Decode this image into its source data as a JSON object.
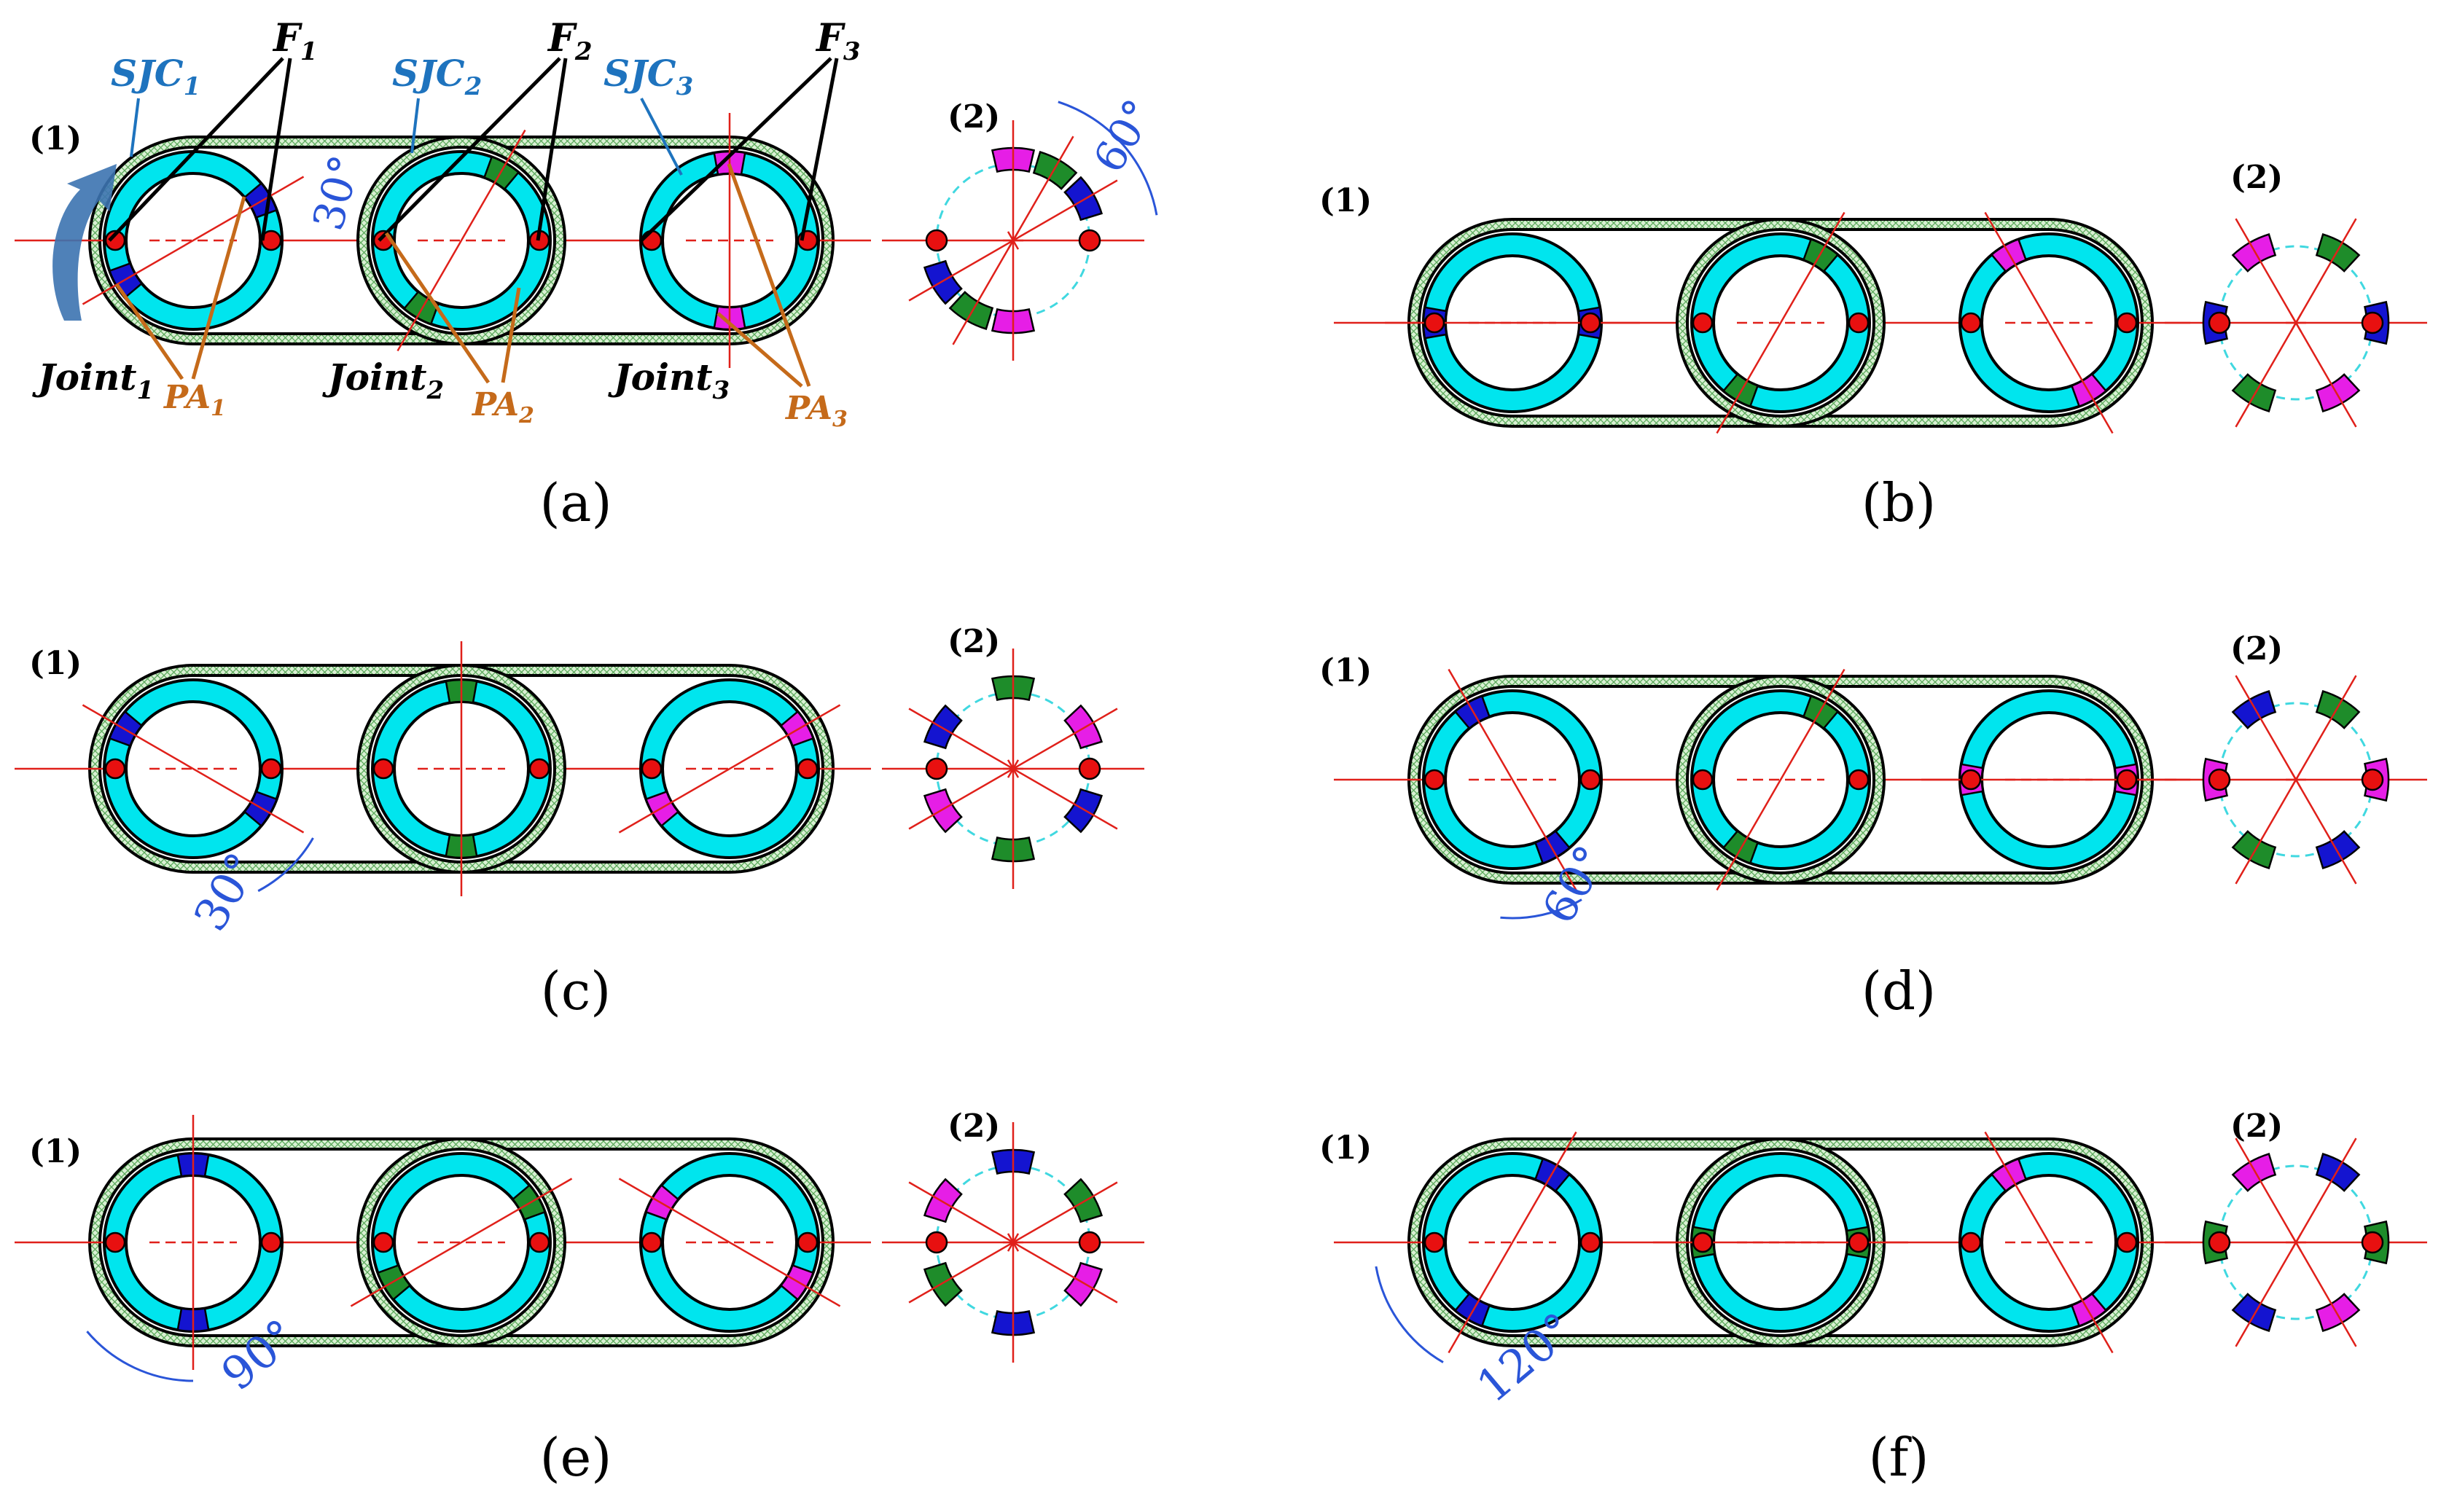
{
  "colors": {
    "housing_fill": "#d9f0d3",
    "housing_hatch": "#5aa85a",
    "ring": "#00e5ee",
    "axis": "#e0201a",
    "joint": "#e81010",
    "blue_pad": "#1414d0",
    "green_pad": "#1e8c2a",
    "magenta_pad": "#e61ee6",
    "dim_circle": "#40d8e0",
    "angle_text": "#2a55d8",
    "arrow": "#3c73b0",
    "label_blue": "#1e73be",
    "label_orange": "#c56a1a"
  },
  "panel_a_labels": {
    "view1": "(1)",
    "view2": "(2)",
    "sjc1": "SJC",
    "sjc1_sub": "1",
    "sjc2": "SJC",
    "sjc2_sub": "2",
    "sjc3": "SJC",
    "sjc3_sub": "3",
    "f1": "F",
    "f1_sub": "1",
    "f2": "F",
    "f2_sub": "2",
    "f3": "F",
    "f3_sub": "3",
    "joint1": "Joint",
    "joint1_sub": "1",
    "joint2": "Joint",
    "joint2_sub": "2",
    "joint3": "Joint",
    "joint3_sub": "3",
    "pa1": "PA",
    "pa1_sub": "1",
    "pa2": "PA",
    "pa2_sub": "2",
    "pa3": "PA",
    "pa3_sub": "3",
    "angle30": "30°",
    "angle60": "60°"
  },
  "panels": [
    {
      "id": "a",
      "caption": "(a)",
      "view1": "(1)",
      "view2": "(2)",
      "angle_label": "30°",
      "rings_deg": [
        30,
        60,
        90
      ],
      "pad_colors": [
        "blue_pad",
        "green_pad",
        "magenta_pad"
      ]
    },
    {
      "id": "b",
      "caption": "(b)",
      "view1": "(1)",
      "view2": "(2)",
      "angle_label": "",
      "rings_deg": [
        0,
        60,
        120
      ],
      "pad_colors": [
        "blue_pad",
        "green_pad",
        "magenta_pad"
      ]
    },
    {
      "id": "c",
      "caption": "(c)",
      "view1": "(1)",
      "view2": "(2)",
      "angle_label": "30°",
      "rings_deg": [
        150,
        90,
        30
      ],
      "pad_colors": [
        "blue_pad",
        "green_pad",
        "magenta_pad"
      ]
    },
    {
      "id": "d",
      "caption": "(d)",
      "view1": "(1)",
      "view2": "(2)",
      "angle_label": "60°",
      "rings_deg": [
        120,
        60,
        0
      ],
      "pad_colors": [
        "blue_pad",
        "green_pad",
        "magenta_pad"
      ]
    },
    {
      "id": "e",
      "caption": "(e)",
      "view1": "(1)",
      "view2": "(2)",
      "angle_label": "90°",
      "rings_deg": [
        90,
        30,
        150
      ],
      "pad_colors": [
        "blue_pad",
        "green_pad",
        "magenta_pad"
      ]
    },
    {
      "id": "f",
      "caption": "(f)",
      "view1": "(1)",
      "view2": "(2)",
      "angle_label": "120°",
      "rings_deg": [
        60,
        0,
        120
      ],
      "pad_colors": [
        "blue_pad",
        "green_pad",
        "magenta_pad"
      ]
    }
  ]
}
